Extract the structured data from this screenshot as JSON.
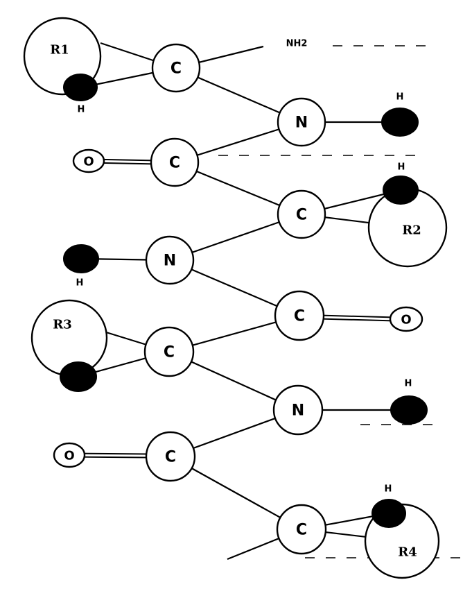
{
  "labels": {
    "c": "C",
    "n": "N",
    "o": "O",
    "h": "H",
    "nh2": "NH2",
    "r1": "R1",
    "r2": "R2",
    "r3": "R3",
    "r4": "R4"
  }
}
